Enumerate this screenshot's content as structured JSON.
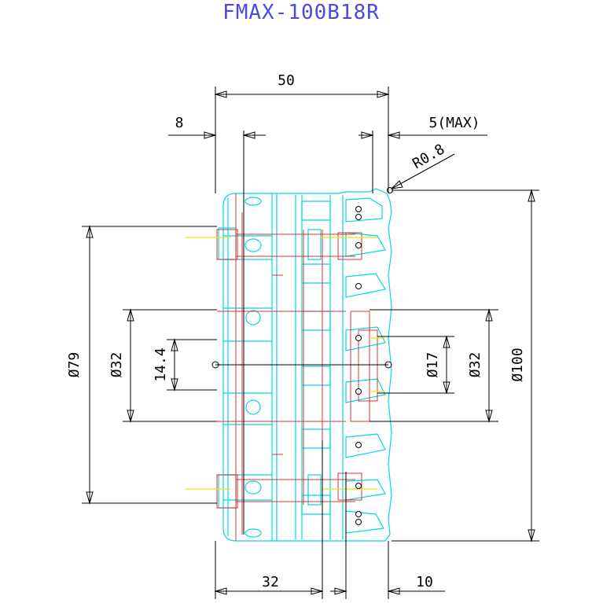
{
  "drawing": {
    "title": "FMAX-100B18R",
    "colors": {
      "title": "#4a4ae0",
      "body_outline": "#00d8e8",
      "hidden_lines": "#e03030",
      "coolant_lines": "#e8e800",
      "dimension_lines": "#000000"
    },
    "dimensions": {
      "overall_length": "50",
      "shoulder": "8",
      "depth_of_cut": "5(MAX)",
      "corner_radius": "R0.8",
      "bolt_circle": "Ø79",
      "bore_left": "Ø32",
      "keyway": "14.4",
      "pilot": "Ø17",
      "bore_right": "Ø32",
      "cutting_diameter": "Ø100",
      "body_length": "32",
      "insert_width": "10"
    }
  }
}
